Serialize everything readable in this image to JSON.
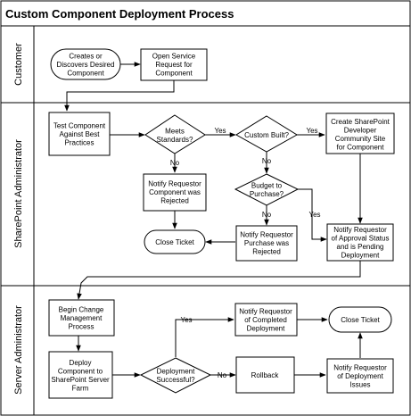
{
  "title": "Custom Component Deployment Process",
  "lanes": [
    {
      "id": "customer",
      "label": "Customer"
    },
    {
      "id": "sharepoint-admin",
      "label": "SharePoint Administrator"
    },
    {
      "id": "server-admin",
      "label": "Server Administrator"
    }
  ],
  "nodes": [
    {
      "id": "creates-discovers",
      "shape": "terminator",
      "lines": [
        "Creates or",
        "Discovers Desired",
        "Component"
      ]
    },
    {
      "id": "open-service-request",
      "shape": "process",
      "lines": [
        "Open Service",
        "Request for",
        "Component"
      ]
    },
    {
      "id": "test-component",
      "shape": "process",
      "lines": [
        "Test Component",
        "Against Best",
        "Practices"
      ]
    },
    {
      "id": "meets-standards",
      "shape": "decision",
      "lines": [
        "Meets",
        "Standards?"
      ]
    },
    {
      "id": "custom-built",
      "shape": "decision",
      "lines": [
        "Custom Built?"
      ]
    },
    {
      "id": "create-dev-site",
      "shape": "process",
      "lines": [
        "Create SharePoint",
        "Developer",
        "Community Site",
        "for Component"
      ]
    },
    {
      "id": "notify-rejected",
      "shape": "process",
      "lines": [
        "Notify Requestor",
        "Component was",
        "Rejected"
      ]
    },
    {
      "id": "budget-to-purchase",
      "shape": "decision",
      "lines": [
        "Budget to",
        "Purchase?"
      ]
    },
    {
      "id": "close-ticket-1",
      "shape": "terminator",
      "lines": [
        "Close Ticket"
      ]
    },
    {
      "id": "notify-purchase-rejected",
      "shape": "process",
      "lines": [
        "Notify Requestor",
        "Purchase was",
        "Rejected"
      ]
    },
    {
      "id": "notify-approval",
      "shape": "process",
      "lines": [
        "Notify Requestor",
        "of Approval Status",
        "and is Pending",
        "Deployment"
      ]
    },
    {
      "id": "begin-change",
      "shape": "process",
      "lines": [
        "Begin Change",
        "Management",
        "Process"
      ]
    },
    {
      "id": "notify-completed",
      "shape": "process",
      "lines": [
        "Notify Requestor",
        "of Completed",
        "Deployment"
      ]
    },
    {
      "id": "close-ticket-2",
      "shape": "terminator",
      "lines": [
        "Close Ticket"
      ]
    },
    {
      "id": "deploy-component",
      "shape": "process",
      "lines": [
        "Deploy",
        "Component to",
        "SharePoint Server",
        "Farm"
      ]
    },
    {
      "id": "deployment-successful",
      "shape": "decision",
      "lines": [
        "Deployment",
        "Successful?"
      ]
    },
    {
      "id": "rollback",
      "shape": "process",
      "lines": [
        "Rollback"
      ]
    },
    {
      "id": "notify-issues",
      "shape": "process",
      "lines": [
        "Notify Requestor",
        "of Deployment",
        "Issues"
      ]
    }
  ],
  "edges": [
    {
      "from": "creates-discovers",
      "to": "open-service-request",
      "label": ""
    },
    {
      "from": "open-service-request",
      "to": "test-component",
      "label": ""
    },
    {
      "from": "test-component",
      "to": "meets-standards",
      "label": ""
    },
    {
      "from": "meets-standards",
      "to": "custom-built",
      "label": "Yes"
    },
    {
      "from": "meets-standards",
      "to": "notify-rejected",
      "label": "No"
    },
    {
      "from": "custom-built",
      "to": "create-dev-site",
      "label": "Yes"
    },
    {
      "from": "custom-built",
      "to": "budget-to-purchase",
      "label": "No"
    },
    {
      "from": "create-dev-site",
      "to": "notify-approval",
      "label": ""
    },
    {
      "from": "notify-rejected",
      "to": "close-ticket-1",
      "label": ""
    },
    {
      "from": "budget-to-purchase",
      "to": "notify-purchase-rejected",
      "label": "No"
    },
    {
      "from": "budget-to-purchase",
      "to": "notify-approval",
      "label": "Yes"
    },
    {
      "from": "notify-purchase-rejected",
      "to": "close-ticket-1",
      "label": ""
    },
    {
      "from": "notify-approval",
      "to": "begin-change",
      "label": ""
    },
    {
      "from": "begin-change",
      "to": "deploy-component",
      "label": ""
    },
    {
      "from": "deploy-component",
      "to": "deployment-successful",
      "label": ""
    },
    {
      "from": "deployment-successful",
      "to": "notify-completed",
      "label": "Yes"
    },
    {
      "from": "deployment-successful",
      "to": "rollback",
      "label": "No"
    },
    {
      "from": "rollback",
      "to": "notify-issues",
      "label": ""
    },
    {
      "from": "notify-completed",
      "to": "close-ticket-2",
      "label": ""
    },
    {
      "from": "notify-issues",
      "to": "close-ticket-2",
      "label": ""
    }
  ]
}
